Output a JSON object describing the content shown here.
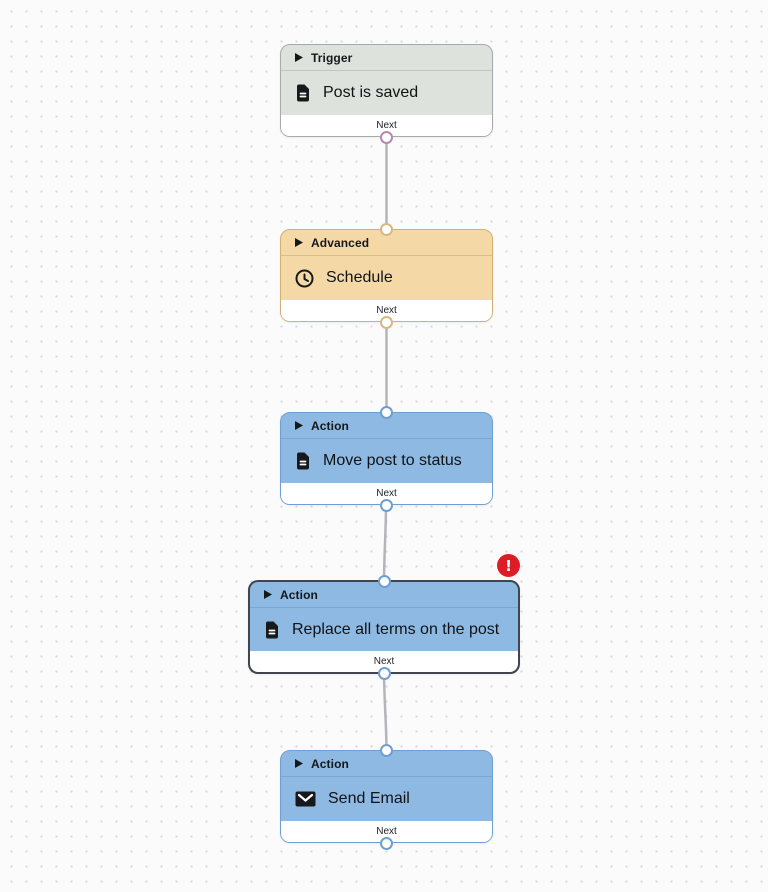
{
  "canvas": {
    "background": "#fbfbfc",
    "dot_color": "#d9d9dd"
  },
  "workflow": {
    "nodes": [
      {
        "type": "Trigger",
        "title": "Post is saved",
        "icon": "document-icon",
        "footer_label": "Next",
        "selected": false,
        "has_error": false,
        "colors": {
          "fill": "#dde2dd",
          "border": "#a7aba7",
          "divider": "#c1c7c1",
          "port": "#b588b5"
        }
      },
      {
        "type": "Advanced",
        "title": "Schedule",
        "icon": "clock-icon",
        "footer_label": "Next",
        "selected": false,
        "has_error": false,
        "colors": {
          "fill": "#f4d9a7",
          "border": "#d2b173",
          "divider": "#dcbd82",
          "port": "#d8b87f"
        }
      },
      {
        "type": "Action",
        "title": "Move post to status",
        "icon": "document-icon",
        "footer_label": "Next",
        "selected": false,
        "has_error": false,
        "colors": {
          "fill": "#8db9e3",
          "border": "#6f9fd2",
          "divider": "#79a6d6",
          "port": "#6f9fd2"
        }
      },
      {
        "type": "Action",
        "title": "Replace all terms on the post",
        "icon": "document-icon",
        "footer_label": "Next",
        "selected": true,
        "has_error": true,
        "colors": {
          "fill": "#8db9e3",
          "border": "#41464c",
          "divider": "#79a6d6",
          "port": "#6f9fd2"
        }
      },
      {
        "type": "Action",
        "title": "Send Email",
        "icon": "envelope-icon",
        "footer_label": "Next",
        "selected": false,
        "has_error": false,
        "colors": {
          "fill": "#8db9e3",
          "border": "#6f9fd2",
          "divider": "#79a6d6",
          "port": "#6f9fd2"
        }
      }
    ],
    "error_badge": {
      "glyph": "!",
      "color": "#dd1d26"
    },
    "edge_color": "#b5b5b9"
  }
}
